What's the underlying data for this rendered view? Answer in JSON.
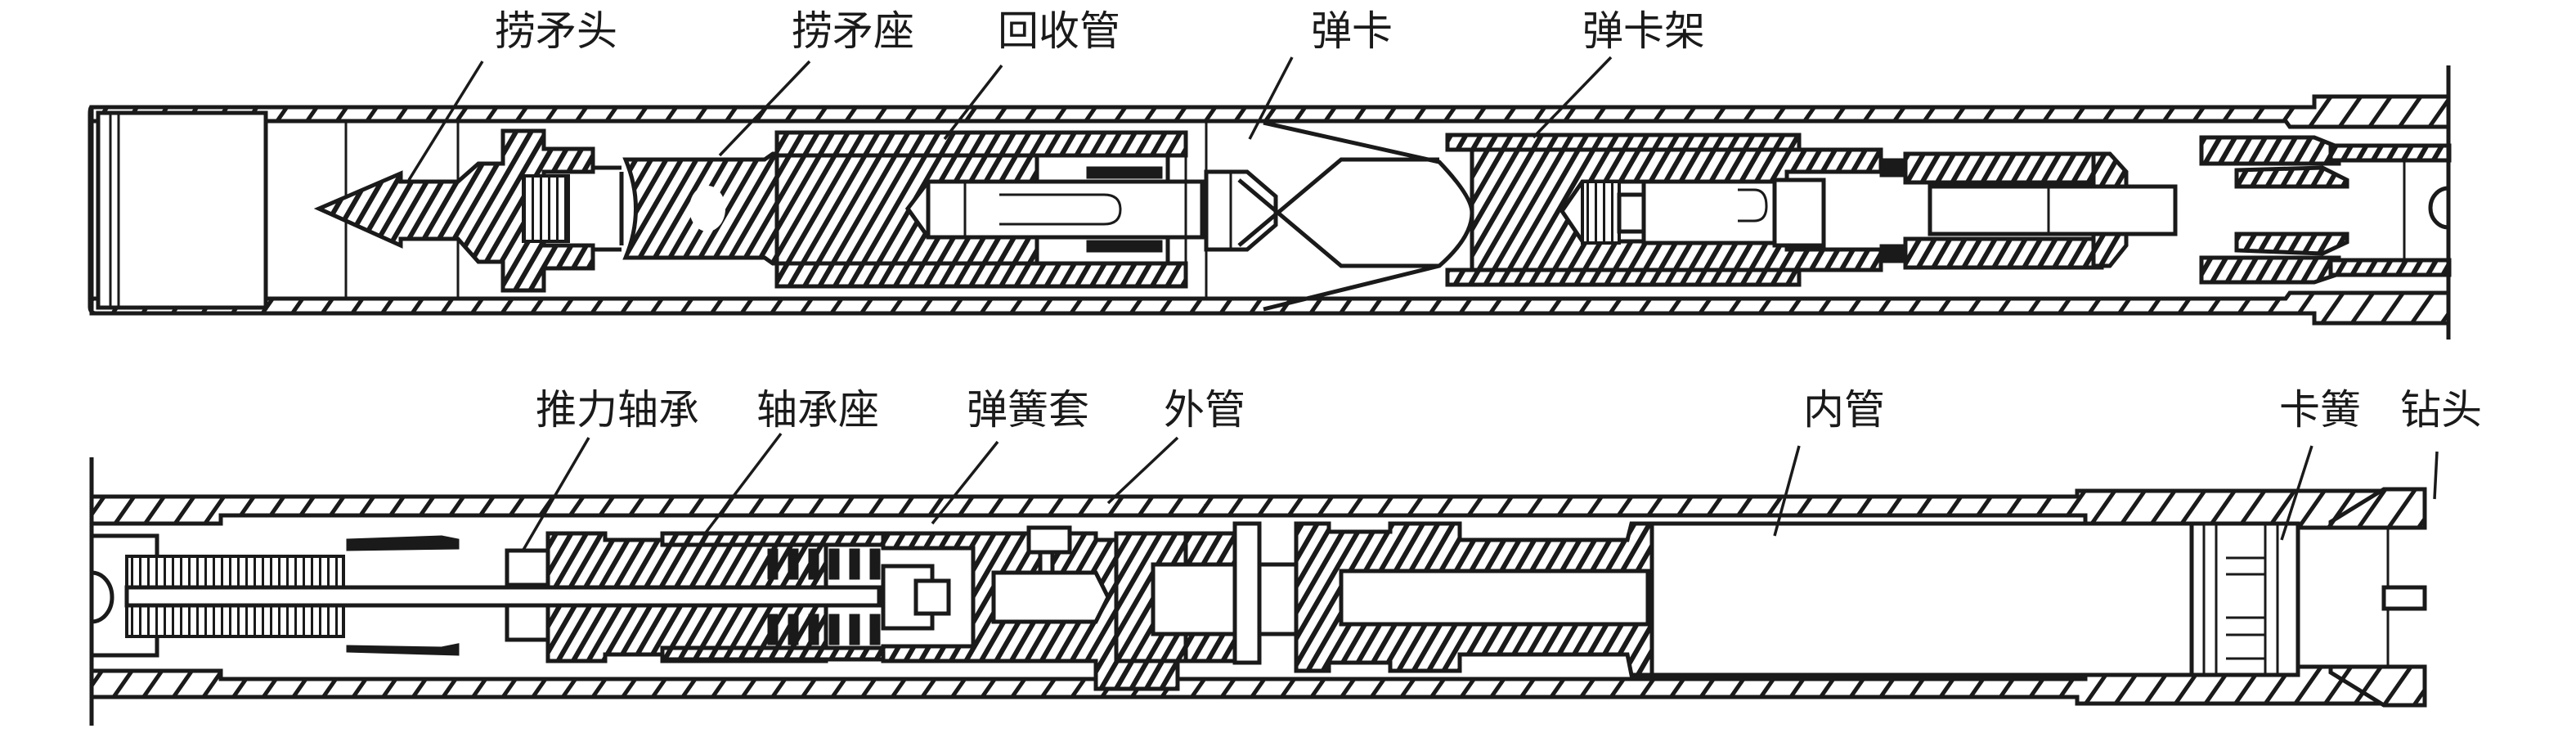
{
  "figure": {
    "title": "Wire-line core drilling tool structure (cross-section)",
    "colors": {
      "line": "#1a1a1a",
      "background": "#ffffff"
    }
  },
  "top_assembly": {
    "labels": [
      {
        "id": "spear-head",
        "text": "捞矛头"
      },
      {
        "id": "spear-seat",
        "text": "捞矛座"
      },
      {
        "id": "recovery-tube",
        "text": "回收管"
      },
      {
        "id": "latch",
        "text": "弹卡"
      },
      {
        "id": "latch-frame",
        "text": "弹卡架"
      }
    ]
  },
  "bottom_assembly": {
    "labels": [
      {
        "id": "thrust-bearing",
        "text": "推力轴承"
      },
      {
        "id": "bearing-seat",
        "text": "轴承座"
      },
      {
        "id": "spring-sleeve",
        "text": "弹簧套"
      },
      {
        "id": "outer-tube",
        "text": "外管"
      },
      {
        "id": "inner-tube",
        "text": "内管"
      },
      {
        "id": "snap-spring",
        "text": "卡簧"
      },
      {
        "id": "drill-bit",
        "text": "钻头"
      }
    ]
  }
}
